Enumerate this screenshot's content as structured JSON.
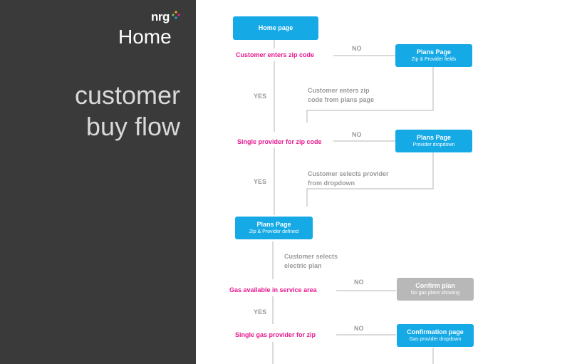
{
  "brand": {
    "logo": "nrg",
    "product": "Home"
  },
  "sidebar": {
    "title_line1": "customer",
    "title_line2": "buy flow"
  },
  "colors": {
    "sidebar_bg": "#3a3a3a",
    "box_blue": "#15a9e6",
    "box_grey": "#b8b8b8",
    "question_pink": "#e6198f",
    "label_grey": "#9a9a9a"
  },
  "flow": {
    "home_page": "Home page",
    "q_zip": "Customer enters zip code",
    "no1": "NO",
    "plans_zip": {
      "title": "Plans Page",
      "sub": "Zip & Provider fields"
    },
    "yes1": "YES",
    "note_zip": {
      "line1": "Customer enters zip",
      "line2": "code from plans page"
    },
    "q_single_provider": "Single provider for zip code",
    "no2": "NO",
    "plans_provider": {
      "title": "Plans Page",
      "sub": "Provider dropdown"
    },
    "yes2": "YES",
    "note_provider": {
      "line1": "Customer selects provider",
      "line2": "from dropdown"
    },
    "plans_defined": {
      "title": "Plans Page",
      "sub": "Zip & Provider defined"
    },
    "note_electric": {
      "line1": "Customer selects",
      "line2": "electric plan"
    },
    "q_gas": "Gas available in service area",
    "no3": "NO",
    "confirm_plan": {
      "title": "Confirm plan",
      "sub": "No gas plans showing"
    },
    "yes3": "YES",
    "q_single_gas": "Single gas provider for zip",
    "no4": "NO",
    "confirmation_page": {
      "title": "Confirmation page",
      "sub": "Gas provider dropdown"
    }
  }
}
